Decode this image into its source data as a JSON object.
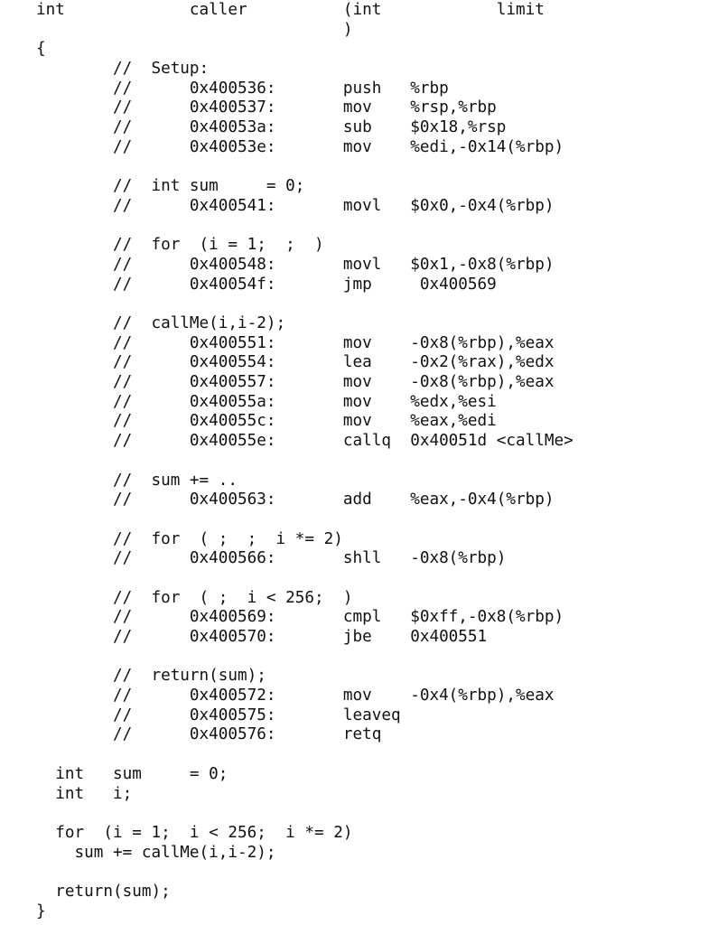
{
  "document": {
    "lines": [
      "int             caller          (int            limit",
      "                                )",
      "{",
      "        //  Setup:",
      "        //      0x400536:       push   %rbp",
      "        //      0x400537:       mov    %rsp,%rbp",
      "        //      0x40053a:       sub    $0x18,%rsp",
      "        //      0x40053e:       mov    %edi,-0x14(%rbp)",
      "",
      "        //  int sum     = 0;",
      "        //      0x400541:       movl   $0x0,-0x4(%rbp)",
      "",
      "        //  for  (i = 1;  ;  )",
      "        //      0x400548:       movl   $0x1,-0x8(%rbp)",
      "        //      0x40054f:       jmp     0x400569",
      "",
      "        //  callMe(i,i-2);",
      "        //      0x400551:       mov    -0x8(%rbp),%eax",
      "        //      0x400554:       lea    -0x2(%rax),%edx",
      "        //      0x400557:       mov    -0x8(%rbp),%eax",
      "        //      0x40055a:       mov    %edx,%esi",
      "        //      0x40055c:       mov    %eax,%edi",
      "        //      0x40055e:       callq  0x40051d <callMe>",
      "",
      "        //  sum += ..",
      "        //      0x400563:       add    %eax,-0x4(%rbp)",
      "",
      "        //  for  ( ;  ;  i *= 2)",
      "        //      0x400566:       shll   -0x8(%rbp)",
      "",
      "        //  for  ( ;  i < 256;  )",
      "        //      0x400569:       cmpl   $0xff,-0x8(%rbp)",
      "        //      0x400570:       jbe    0x400551",
      "",
      "        //  return(sum);",
      "        //      0x400572:       mov    -0x4(%rbp),%eax",
      "        //      0x400575:       leaveq",
      "        //      0x400576:       retq",
      "",
      "  int   sum     = 0;",
      "  int   i;",
      "",
      "  for  (i = 1;  i < 256;  i *= 2)",
      "    sum += callMe(i,i-2);",
      "",
      "  return(sum);",
      "}"
    ]
  }
}
